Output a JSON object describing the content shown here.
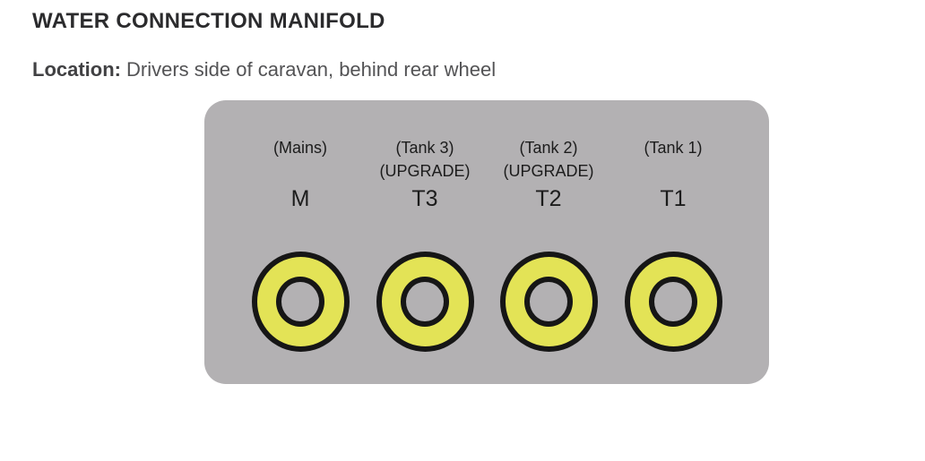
{
  "page": {
    "title": "WATER CONNECTION MANIFOLD",
    "location_label": "Location:",
    "location_value": "Drivers side of caravan, behind rear wheel"
  },
  "manifold": {
    "colors": {
      "panel": "#b3b1b3",
      "port-fill": "#e3e356",
      "outline": "#161616",
      "hole": "#b3b1b3"
    },
    "ports": [
      {
        "name": "(Mains)",
        "upgrade": "",
        "code": "M"
      },
      {
        "name": "(Tank 3)",
        "upgrade": "(UPGRADE)",
        "code": "T3"
      },
      {
        "name": "(Tank 2)",
        "upgrade": "(UPGRADE)",
        "code": "T2"
      },
      {
        "name": "(Tank 1)",
        "upgrade": "",
        "code": "T1"
      }
    ]
  }
}
